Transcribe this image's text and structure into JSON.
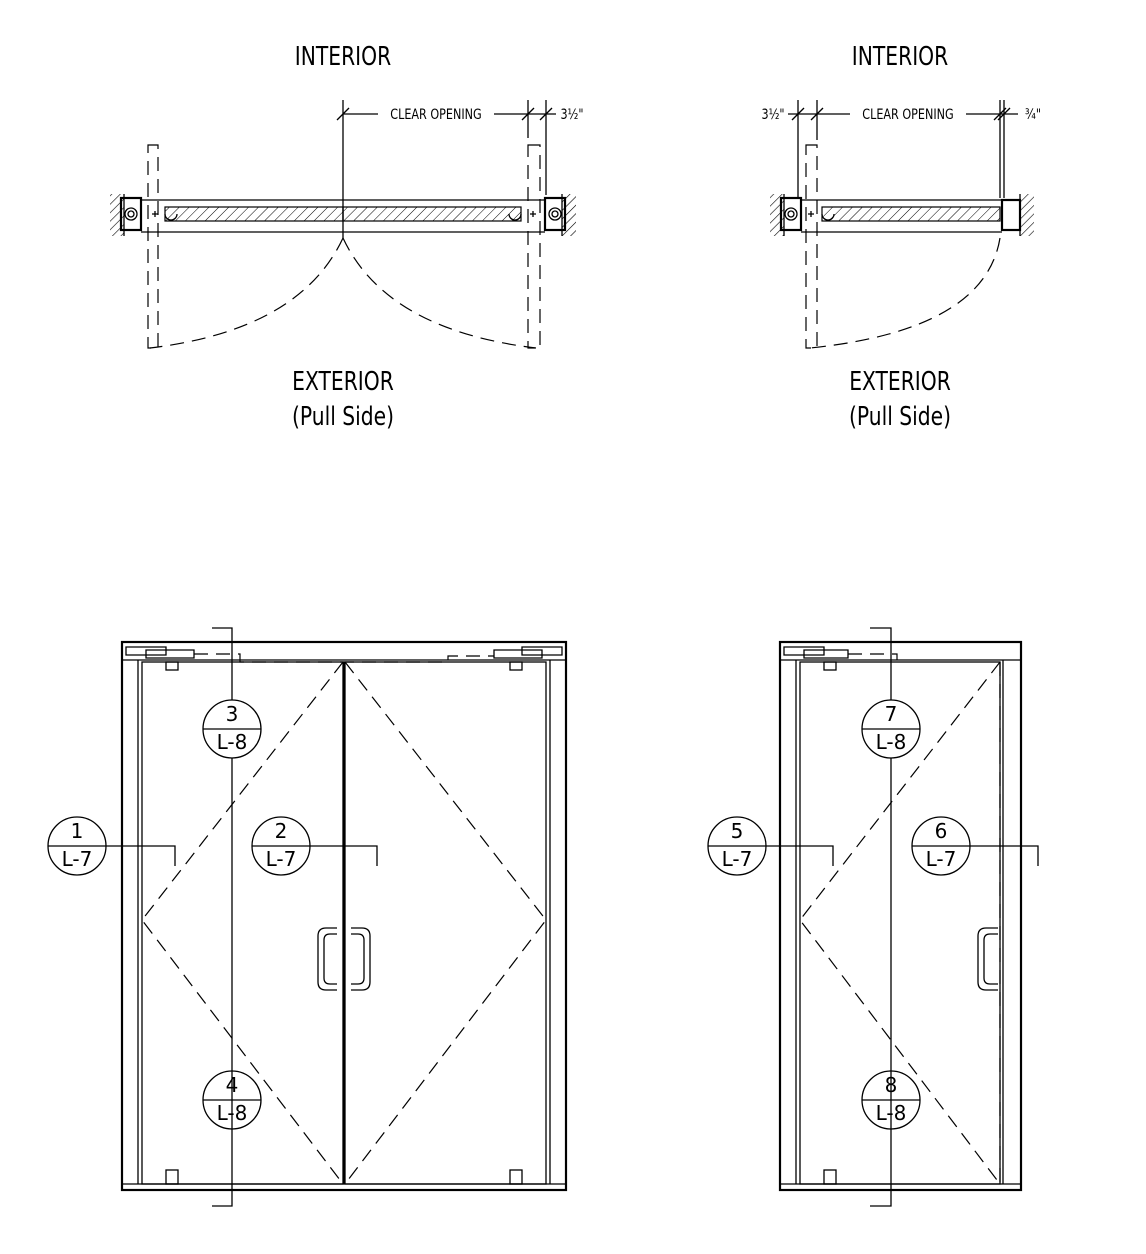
{
  "plans": [
    {
      "interior_label": "INTERIOR",
      "exterior_label": "EXTERIOR",
      "pull_side_label": "(Pull Side)",
      "dim_clear_opening": "CLEAR OPENING",
      "dim_frame": "3½\""
    },
    {
      "interior_label": "INTERIOR",
      "exterior_label": "EXTERIOR",
      "pull_side_label": "(Pull Side)",
      "dim_frame_left": "3½\"",
      "dim_clear_opening": "CLEAR OPENING",
      "dim_frame_right": "¾\""
    }
  ],
  "detail_callouts": [
    {
      "number": "1",
      "sheet": "L-7"
    },
    {
      "number": "2",
      "sheet": "L-7"
    },
    {
      "number": "3",
      "sheet": "L-8"
    },
    {
      "number": "4",
      "sheet": "L-8"
    },
    {
      "number": "5",
      "sheet": "L-7"
    },
    {
      "number": "6",
      "sheet": "L-7"
    },
    {
      "number": "7",
      "sheet": "L-8"
    },
    {
      "number": "8",
      "sheet": "L-8"
    }
  ]
}
